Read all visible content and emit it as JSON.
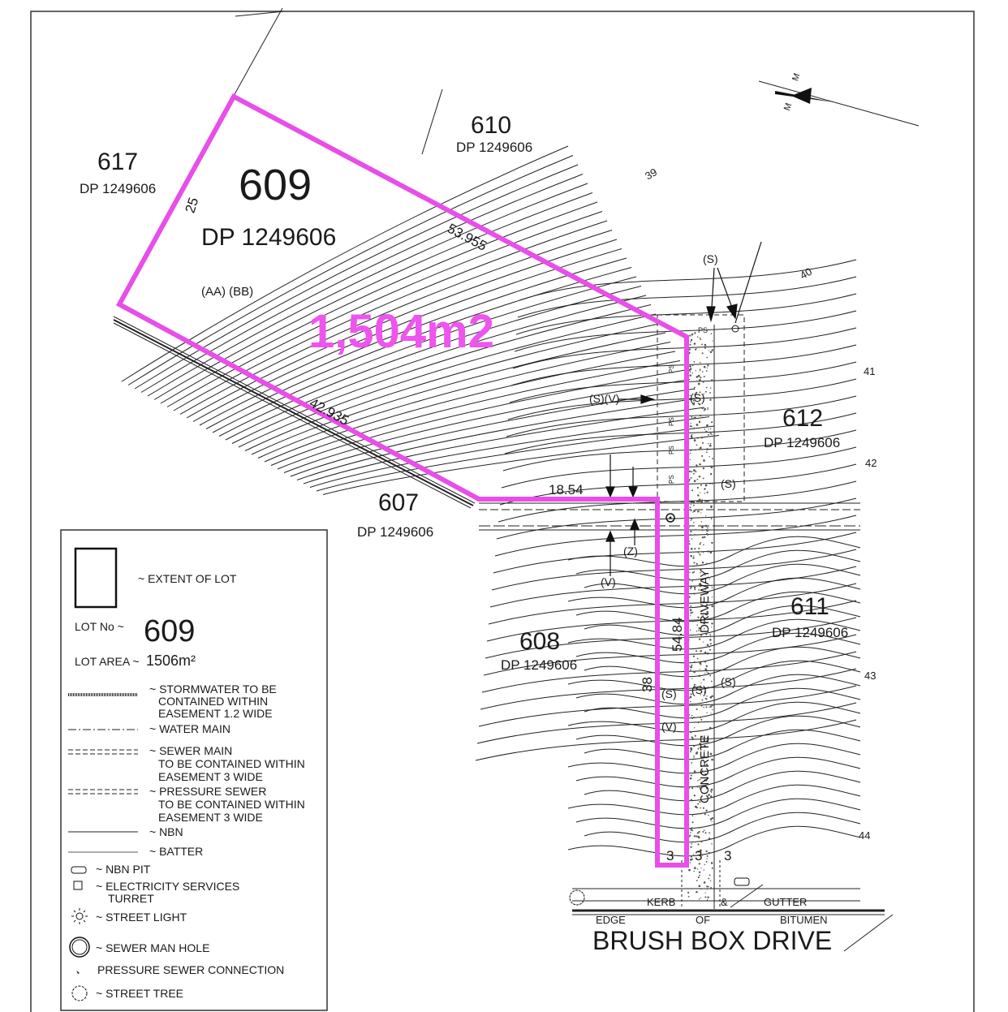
{
  "lots": {
    "l609": {
      "number": "609",
      "dp": "DP 1249606",
      "codes": "(AA) (BB)",
      "area_callout": "1,504m2"
    },
    "l610": {
      "number": "610",
      "dp": "DP 1249606"
    },
    "l617": {
      "number": "617",
      "dp": "DP 1249606"
    },
    "l612": {
      "number": "612",
      "dp": "DP 1249606"
    },
    "l607": {
      "number": "607",
      "dp": "DP 1249606"
    },
    "l608": {
      "number": "608",
      "dp": "DP 1249606"
    },
    "l611": {
      "number": "611",
      "dp": "DP 1249606"
    }
  },
  "dimensions": {
    "west": "25",
    "northeast": "53.955",
    "southwest": "42.935",
    "south": "18.54",
    "handle_east": "54.84",
    "handle_west": "38",
    "frontage_1": "3",
    "frontage_2": "3",
    "frontage_3": "3"
  },
  "contours": [
    "39",
    "40",
    "41",
    "42",
    "43",
    "44"
  ],
  "services": {
    "s1": "(S)",
    "s2": "(S)",
    "s3": "(S)",
    "s4": "(S)",
    "s5": "(S)",
    "s6": "(S)",
    "sv": "(S)(V)",
    "z": "(Z)",
    "v1": "(V)",
    "v2": "(V)",
    "ps": [
      "PS",
      "PS",
      "PS",
      "PS",
      "PS"
    ]
  },
  "driveway": {
    "label1": "DRIVEWAY",
    "label2": "CONCRETE"
  },
  "street": {
    "name": "BRUSH BOX DRIVE",
    "kerb": "KERB",
    "amp": "&",
    "gutter": "GUTTER",
    "edge": "EDGE",
    "of": "OF",
    "bitumen": "BITUMEN"
  },
  "north": {
    "label_m1": "M",
    "label_m2": "M"
  },
  "legend": {
    "extent": "~ EXTENT OF LOT",
    "lot_no_label": "LOT No ~",
    "lot_no_value": "609",
    "lot_area_label": "LOT AREA ~",
    "lot_area_value": "1506m²",
    "stormwater": [
      "~ STORMWATER TO BE",
      "CONTAINED WITHIN",
      "EASEMENT 1.2 WIDE"
    ],
    "water_main": "~ WATER MAIN",
    "sewer_main": [
      "~ SEWER MAIN",
      "TO BE CONTAINED WITHIN",
      "EASEMENT 3 WIDE"
    ],
    "pressure_sewer": [
      "~ PRESSURE SEWER",
      "TO BE CONTAINED WITHIN",
      "EASEMENT 3 WIDE"
    ],
    "nbn": "~ NBN",
    "batter": "~ BATTER",
    "nbn_pit": "~ NBN PIT",
    "elec": [
      "~ ELECTRICITY SERVICES",
      "TURRET"
    ],
    "street_light": "~ STREET LIGHT",
    "sewer_man_hole": "~ SEWER MAN HOLE",
    "pressure_conn": "PRESSURE SEWER CONNECTION",
    "street_tree": "~ STREET TREE"
  },
  "colors": {
    "boundary": "#e84ee8",
    "ink": "#1a1a1a",
    "callout": "#ee55ee"
  }
}
